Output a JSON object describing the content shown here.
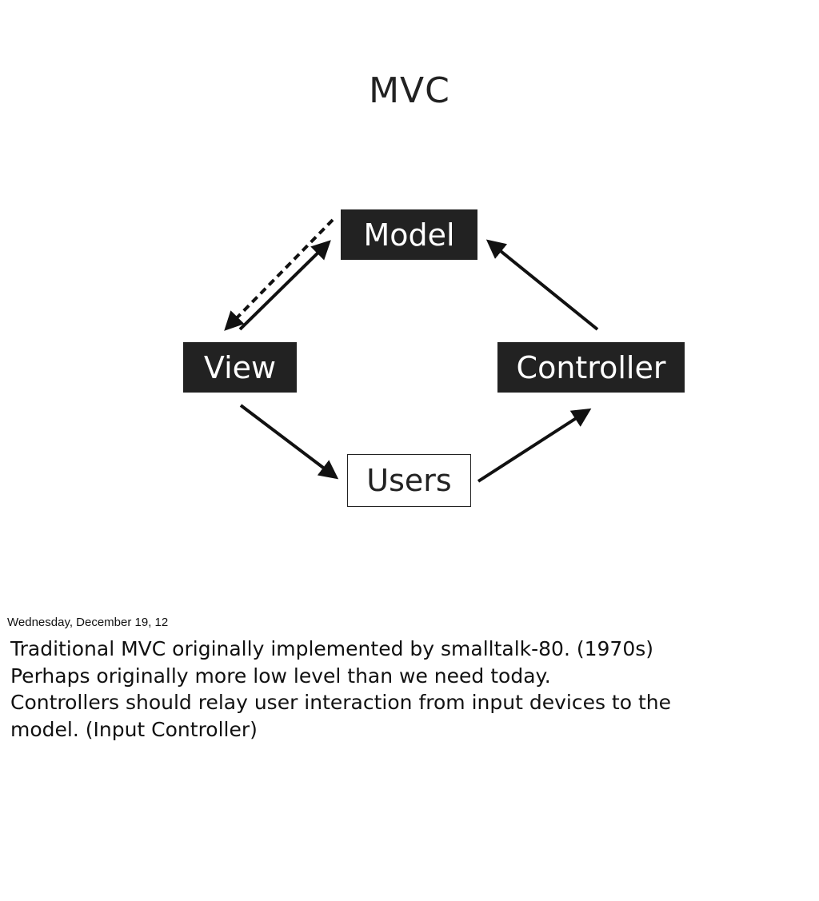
{
  "slide": {
    "title": "MVC"
  },
  "diagram": {
    "nodes": {
      "model": "Model",
      "view": "View",
      "controller": "Controller",
      "users": "Users"
    },
    "edges": [
      {
        "from": "view",
        "to": "model",
        "style": "solid"
      },
      {
        "from": "model",
        "to": "view",
        "style": "dashed"
      },
      {
        "from": "controller",
        "to": "model",
        "style": "solid"
      },
      {
        "from": "view",
        "to": "users",
        "style": "solid"
      },
      {
        "from": "users",
        "to": "controller",
        "style": "solid"
      }
    ]
  },
  "footer": {
    "date": "Wednesday, December 19, 12"
  },
  "notes": {
    "lines": [
      "Traditional MVC originally implemented by smalltalk-80. (1970s)",
      "Perhaps originally more low level than we need today.",
      "Controllers should relay user interaction from input devices to the",
      "model. (Input Controller)"
    ]
  },
  "colors": {
    "box_dark": "#222222",
    "text_light": "#ffffff",
    "ink": "#111111"
  }
}
